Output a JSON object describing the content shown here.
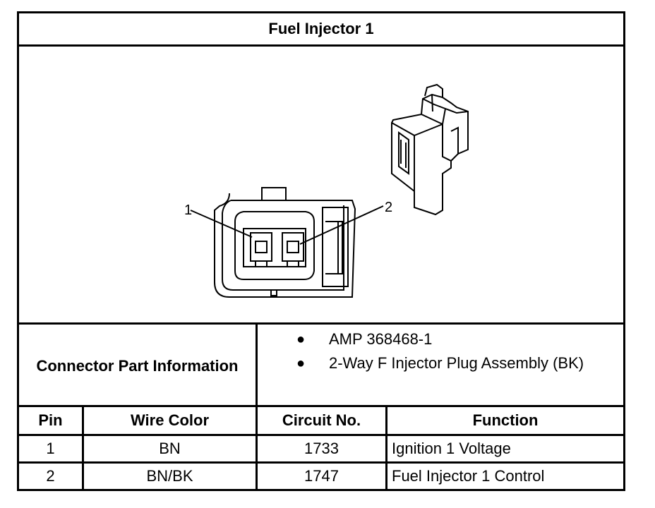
{
  "title": "Fuel Injector 1",
  "figure": {
    "callouts": [
      "1",
      "2"
    ]
  },
  "connector_info": {
    "label": "Connector Part Information",
    "items": [
      "AMP 368468-1",
      "2-Way F Injector Plug Assembly (BK)"
    ]
  },
  "pin_table": {
    "headers": [
      "Pin",
      "Wire Color",
      "Circuit No.",
      "Function"
    ],
    "rows": [
      [
        "1",
        "BN",
        "1733",
        "Ignition 1 Voltage"
      ],
      [
        "2",
        "BN/BK",
        "1747",
        "Fuel Injector 1 Control"
      ]
    ]
  }
}
